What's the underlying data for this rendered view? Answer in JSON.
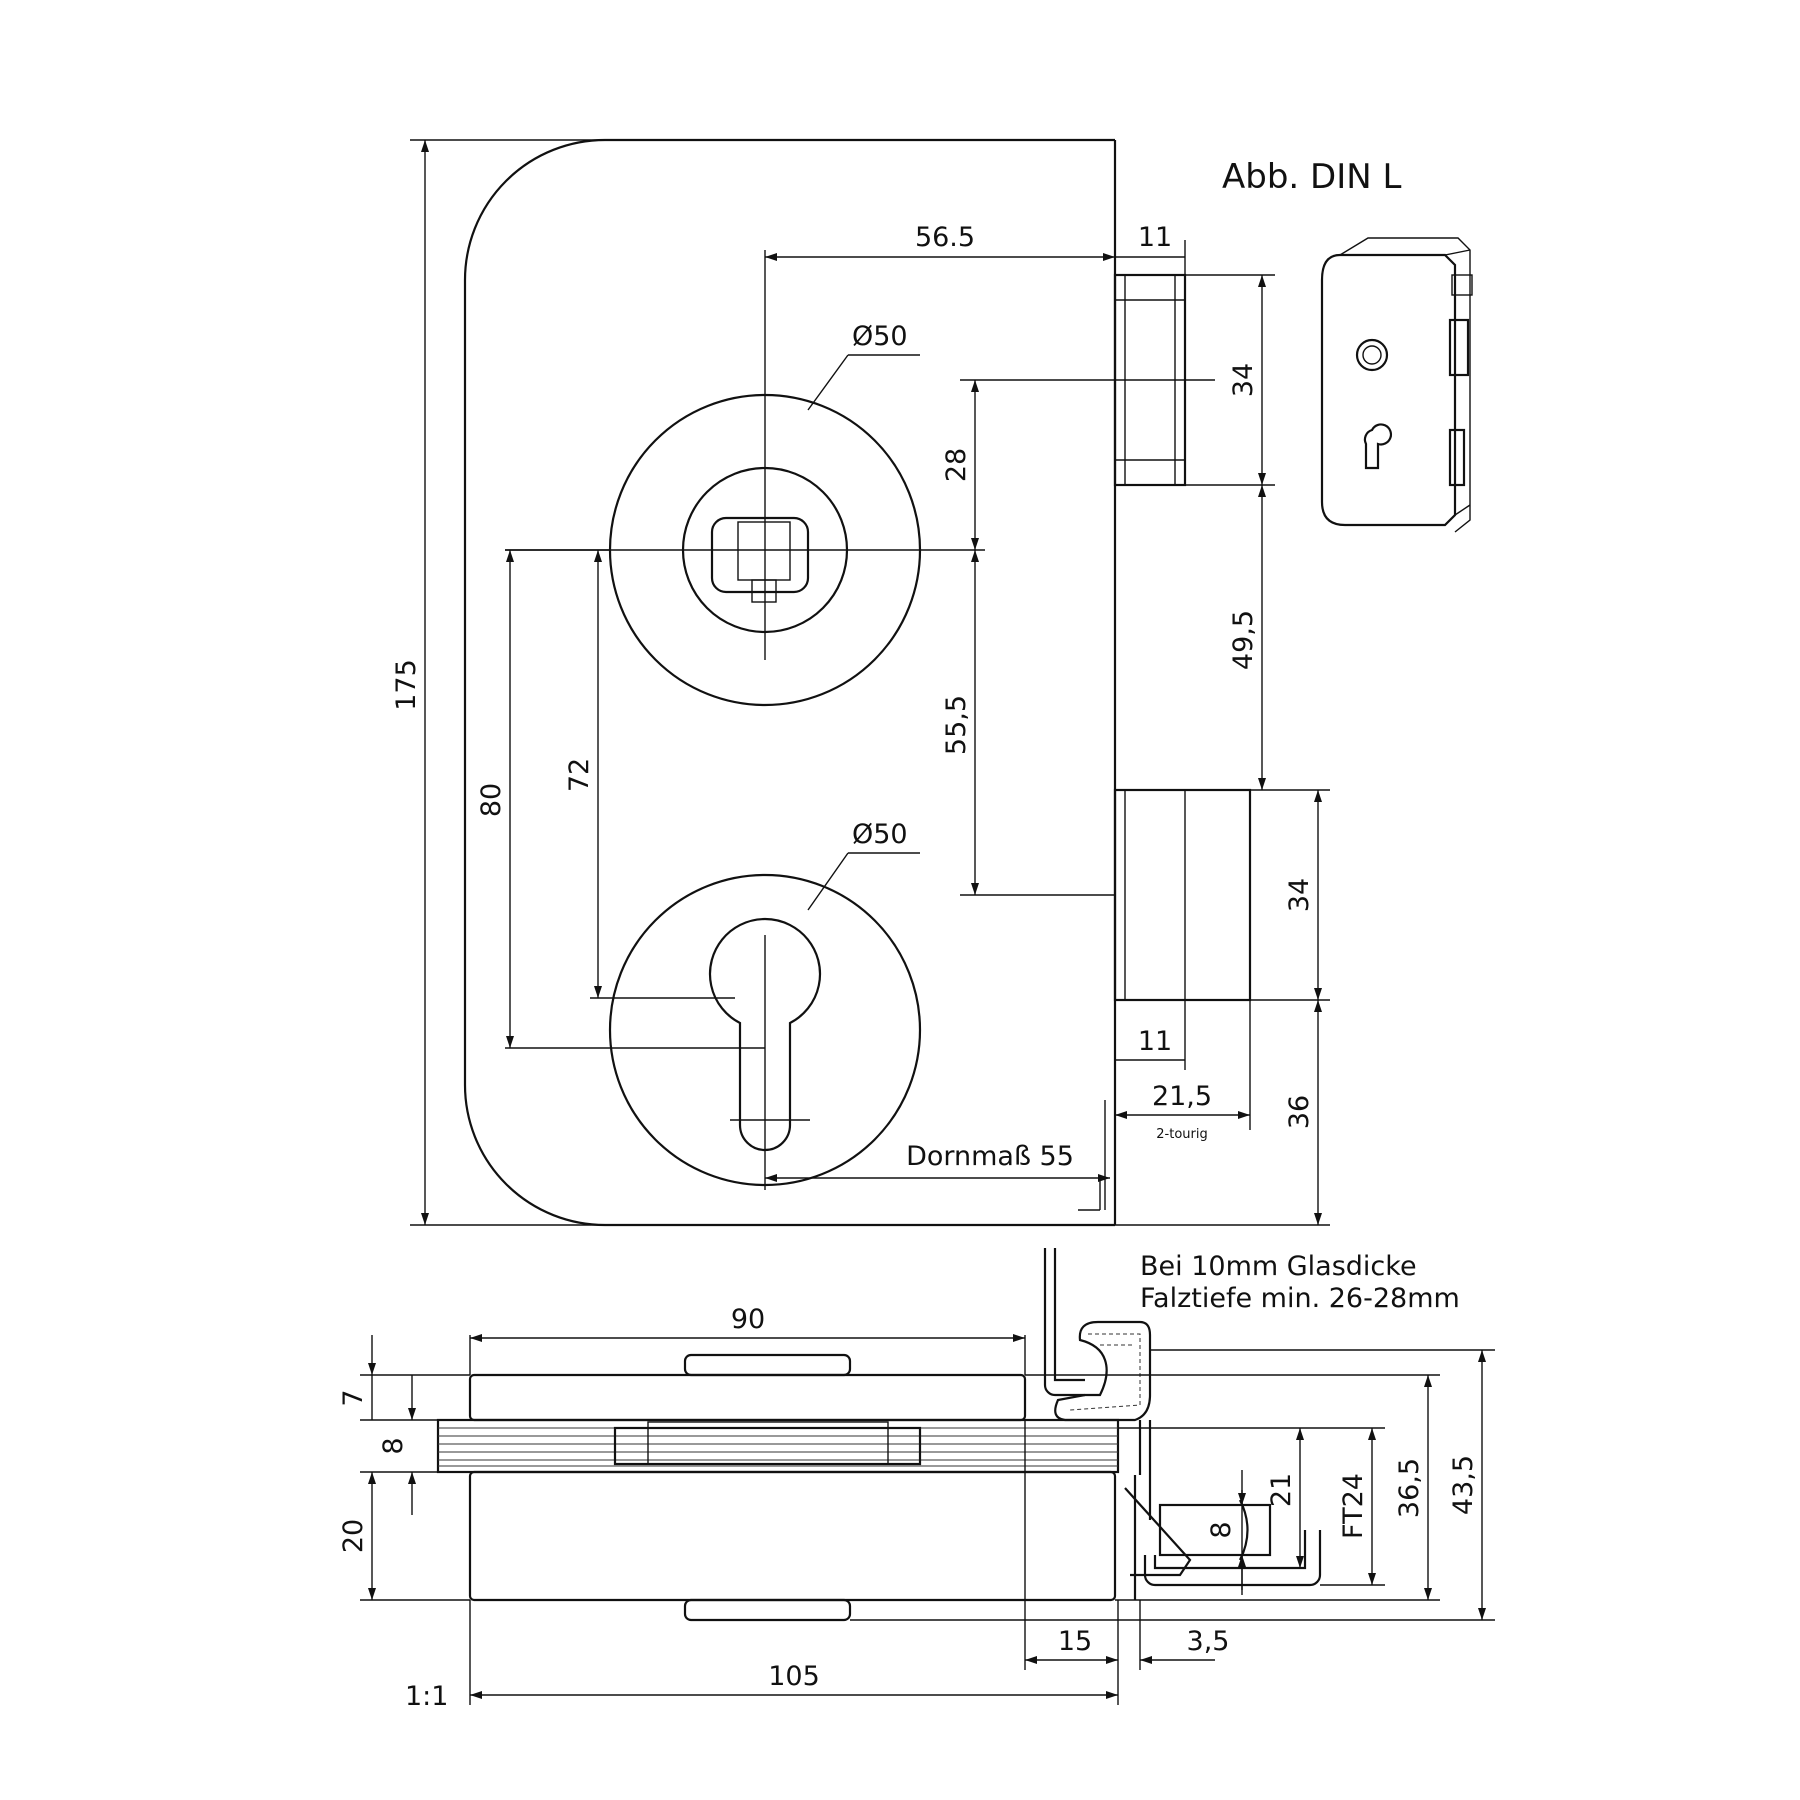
{
  "figure": {
    "title": "Abb. DIN L",
    "scale": "1:1",
    "note_line1": "Bei 10mm Glasdicke",
    "note_line2": "Falztiefe min. 26-28mm"
  },
  "front_view": {
    "height": "175",
    "handle_offset": "56.5",
    "rosette_top": "Ø50",
    "rosette_bottom": "Ø50",
    "handle_to_cylinder_outer": "80",
    "handle_to_cylinder": "72",
    "latch_width": "11",
    "latch_height": "34",
    "latch_center": "28",
    "gap_latch_bolt": "49,5",
    "handle_to_bolt": "55,5",
    "bolt_height": "34",
    "bolt_width": "11",
    "bolt_throw": "21,5",
    "bolt_note": "2-tourig",
    "bolt_bottom": "36",
    "backset": "Dornmaß 55"
  },
  "side_view": {
    "width_inner": "90",
    "width_total": "105",
    "top_plate": "7",
    "glass": "8",
    "bottom_body": "20",
    "bolt_length": "21",
    "bolt_diameter": "8",
    "ft": "FT24",
    "height_mid": "36,5",
    "height_total": "43,5",
    "overhang": "15",
    "gap": "3,5"
  }
}
